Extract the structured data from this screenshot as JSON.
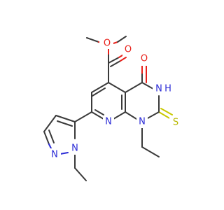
{
  "diagram": {
    "type": "chemical-structure",
    "atom_labels": {
      "ester_ether_o": "O",
      "ester_carbonyl_o": "O",
      "ketone_o": "O",
      "n3_h": "N",
      "n3_h_suffix": "H",
      "thione_s": "S",
      "n1": "N",
      "n8": "N",
      "pyrazole_n1": "N",
      "pyrazole_n2": "N"
    },
    "colors": {
      "carbon_bond": "#3a3a3a",
      "nitrogen": "#2b2bd6",
      "oxygen": "#e8201a",
      "sulfur": "#b8b800"
    }
  }
}
